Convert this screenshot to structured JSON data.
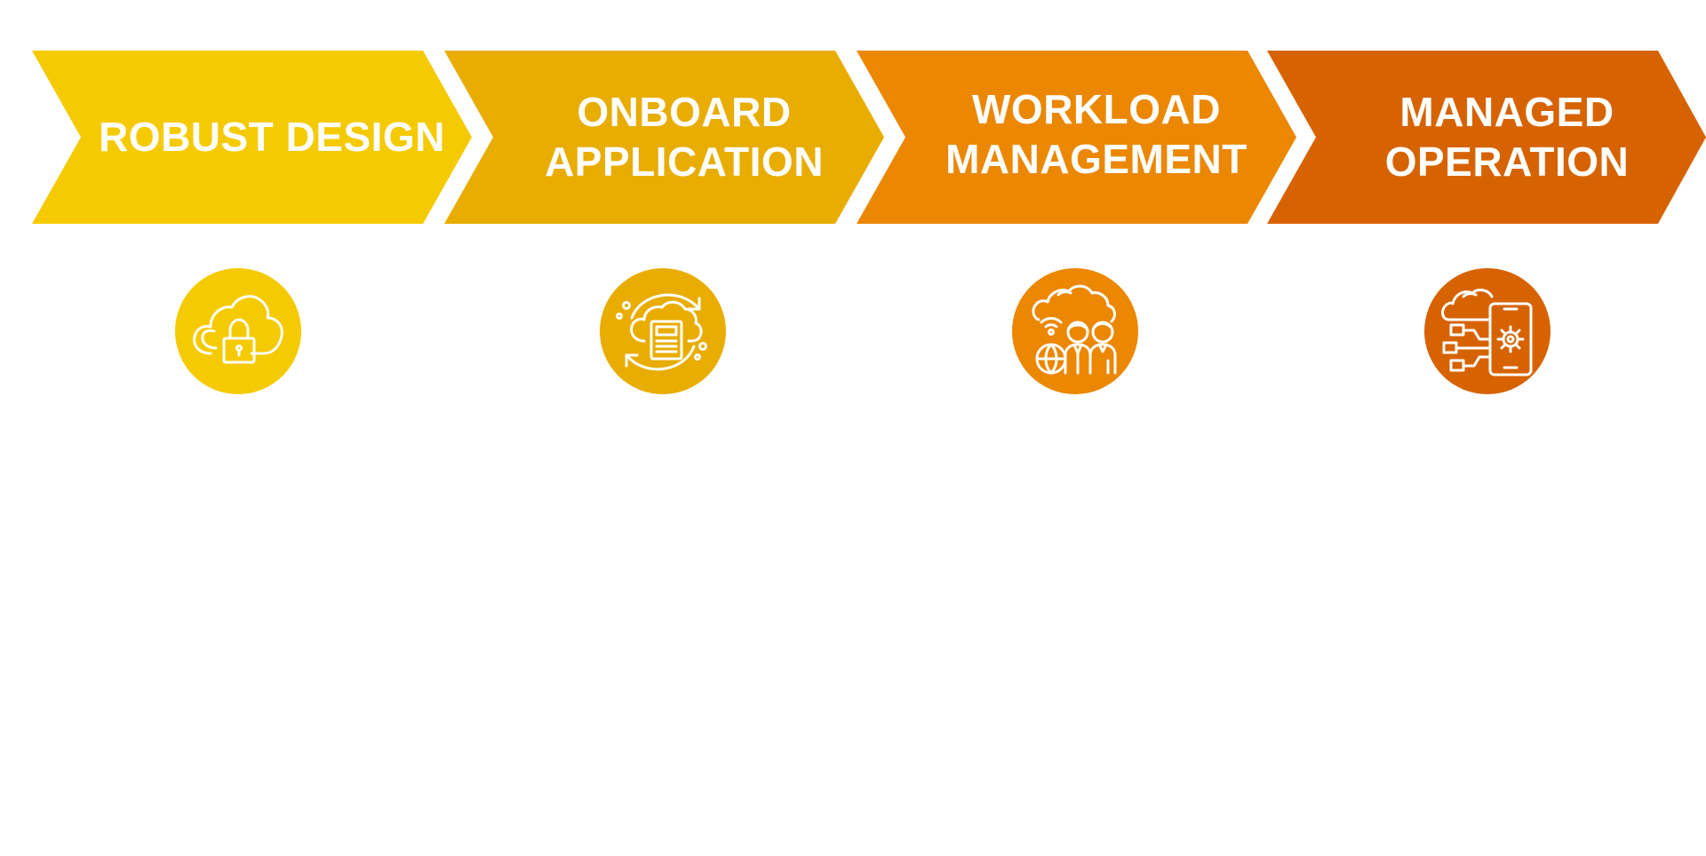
{
  "steps": [
    {
      "lines": [
        "ROBUST DESIGN"
      ],
      "color": "#F5CA00",
      "icon": "cloud-padlock-icon"
    },
    {
      "lines": [
        "ONBOARD",
        "APPLICATION"
      ],
      "color": "#E8AD00",
      "icon": "cloud-document-sync-icon"
    },
    {
      "lines": [
        "WORKLOAD",
        "MANAGEMENT"
      ],
      "color": "#EB8700",
      "icon": "cloud-team-network-icon"
    },
    {
      "lines": [
        "MANAGED",
        "OPERATION"
      ],
      "color": "#D66300",
      "icon": "cloud-mobile-gear-icon"
    }
  ]
}
